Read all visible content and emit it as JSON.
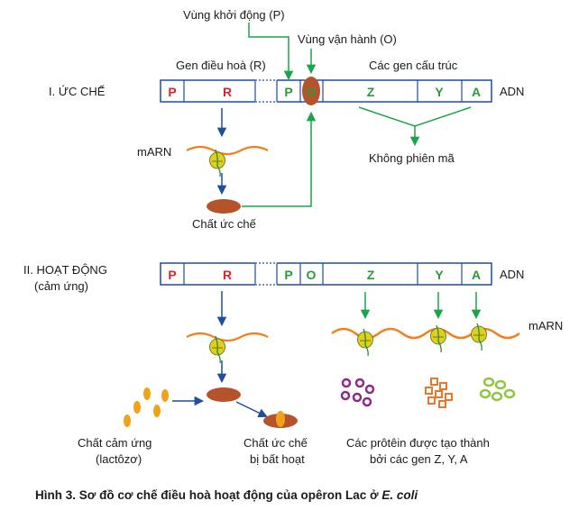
{
  "labels": {
    "promoter_region": "Vùng khởi động (P)",
    "operator_region": "Vùng vận hành (O)",
    "regulator_gene": "Gen điều hoà (R)",
    "structural_genes": "Các gen cấu trúc",
    "dna": "ADN",
    "mrna": "mARN",
    "no_transcription": "Không phiên mã",
    "repressor": "Chất ức chế",
    "inducer_line1": "Chất cảm ứng",
    "inducer_line2": "(lactôzơ)",
    "repressor_inactive_line1": "Chất ức chế",
    "repressor_inactive_line2": "bị bất hoạt",
    "proteins_line1": "Các prôtêin được tạo thành",
    "proteins_line2": "bởi các gen Z, Y, A"
  },
  "section1": {
    "title": "I. ỨC CHẾ"
  },
  "section2": {
    "title_line1": "II. HOẠT ĐỘNG",
    "title_line2": "(cảm ứng)"
  },
  "dna_segments": {
    "p1": "P",
    "r": "R",
    "p2": "P",
    "o": "O",
    "z": "Z",
    "y": "Y",
    "a": "A"
  },
  "caption": {
    "prefix": "Hình 3. Sơ đồ cơ chế điều hoà hoạt động của opêron Lac ở ",
    "organism": "E. coli"
  },
  "colors": {
    "dna_outline": "#1f4e9c",
    "regulator_red": "#d7262b",
    "gene_green": "#2a9a3a",
    "arrow_blue": "#1f4e9c",
    "signal_green": "#19a54a",
    "repressor_brown": "#b5532a",
    "mrna_orange": "#f07f1e",
    "ribosome_yellow": "#e2cf1d",
    "inducer_orange": "#f0a21a",
    "protein_purple": "#8e2a8c",
    "protein_orange": "#e8772a",
    "protein_lime": "#8ec63f"
  }
}
